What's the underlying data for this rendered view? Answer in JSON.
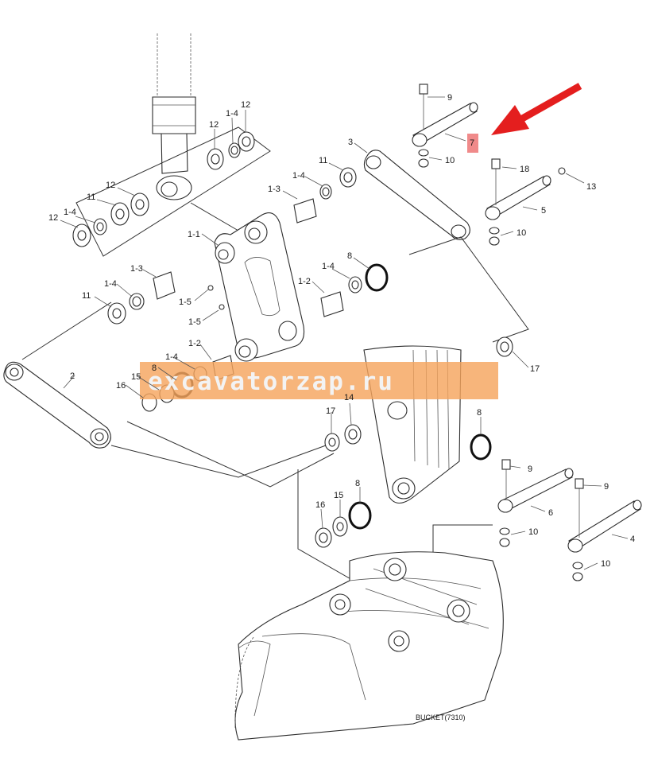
{
  "drawing": {
    "caption": "BUCKET(7310)",
    "watermark": "excavatorzap.ru",
    "callouts": {
      "a": "12",
      "b": "1-4",
      "c": "12",
      "d": "12",
      "e": "11",
      "f": "1-4",
      "g": "12",
      "h": "9",
      "i": "7",
      "j": "10",
      "k": "3",
      "l": "11",
      "m": "1-4",
      "n": "1-3",
      "o": "18",
      "p": "13",
      "q": "5",
      "r": "10",
      "s": "1-1",
      "t": "8",
      "u": "1-3",
      "v": "1-4",
      "w": "1-4",
      "x": "1-2",
      "y": "11",
      "z": "1-5",
      "aa": "1-5",
      "ab": "1-4",
      "ac": "1-2",
      "ad": "8",
      "ae": "15",
      "af": "16",
      "ag": "2",
      "ah": "17",
      "ai": "14",
      "aj": "17",
      "ak": "8",
      "al": "9",
      "am": "9",
      "an": "8",
      "ao": "16",
      "ap": "15",
      "aq": "6",
      "ar": "4",
      "as": "10",
      "at": "10"
    },
    "colors": {
      "arrow": "#e41e1e",
      "highlight": "#f08a8a",
      "watermark_band": "#f5a55e",
      "line": "#333333"
    }
  }
}
